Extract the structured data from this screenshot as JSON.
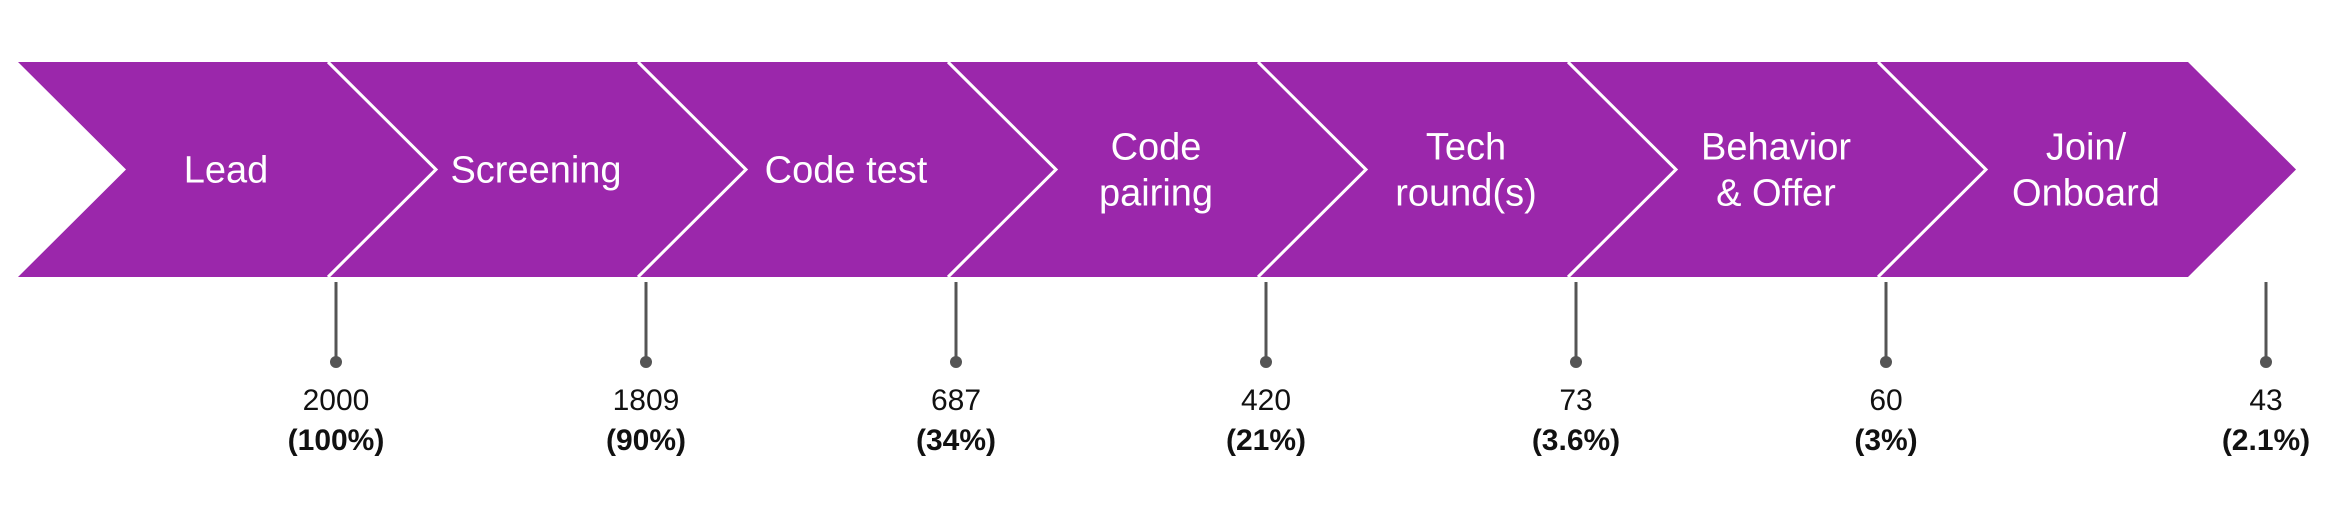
{
  "colors": {
    "chevron_fill": "#9b27ab",
    "chevron_divider": "#ffffff",
    "marker_line": "#555555",
    "marker_dot": "#555555",
    "text": "#111111"
  },
  "stages": [
    {
      "label_lines": [
        "Lead"
      ],
      "count": "2000",
      "percent": "(100%)"
    },
    {
      "label_lines": [
        "Screening"
      ],
      "count": "1809",
      "percent": "(90%)"
    },
    {
      "label_lines": [
        "Code test"
      ],
      "count": "687",
      "percent": "(34%)"
    },
    {
      "label_lines": [
        "Code",
        "pairing"
      ],
      "count": "420",
      "percent": "(21%)"
    },
    {
      "label_lines": [
        "Tech",
        "round(s)"
      ],
      "count": "73",
      "percent": "(3.6%)"
    },
    {
      "label_lines": [
        "Behavior",
        "& Offer"
      ],
      "count": "60",
      "percent": "(3%)"
    },
    {
      "label_lines": [
        "Join/",
        "Onboard"
      ],
      "count": "43",
      "percent": "(2.1%)"
    }
  ]
}
